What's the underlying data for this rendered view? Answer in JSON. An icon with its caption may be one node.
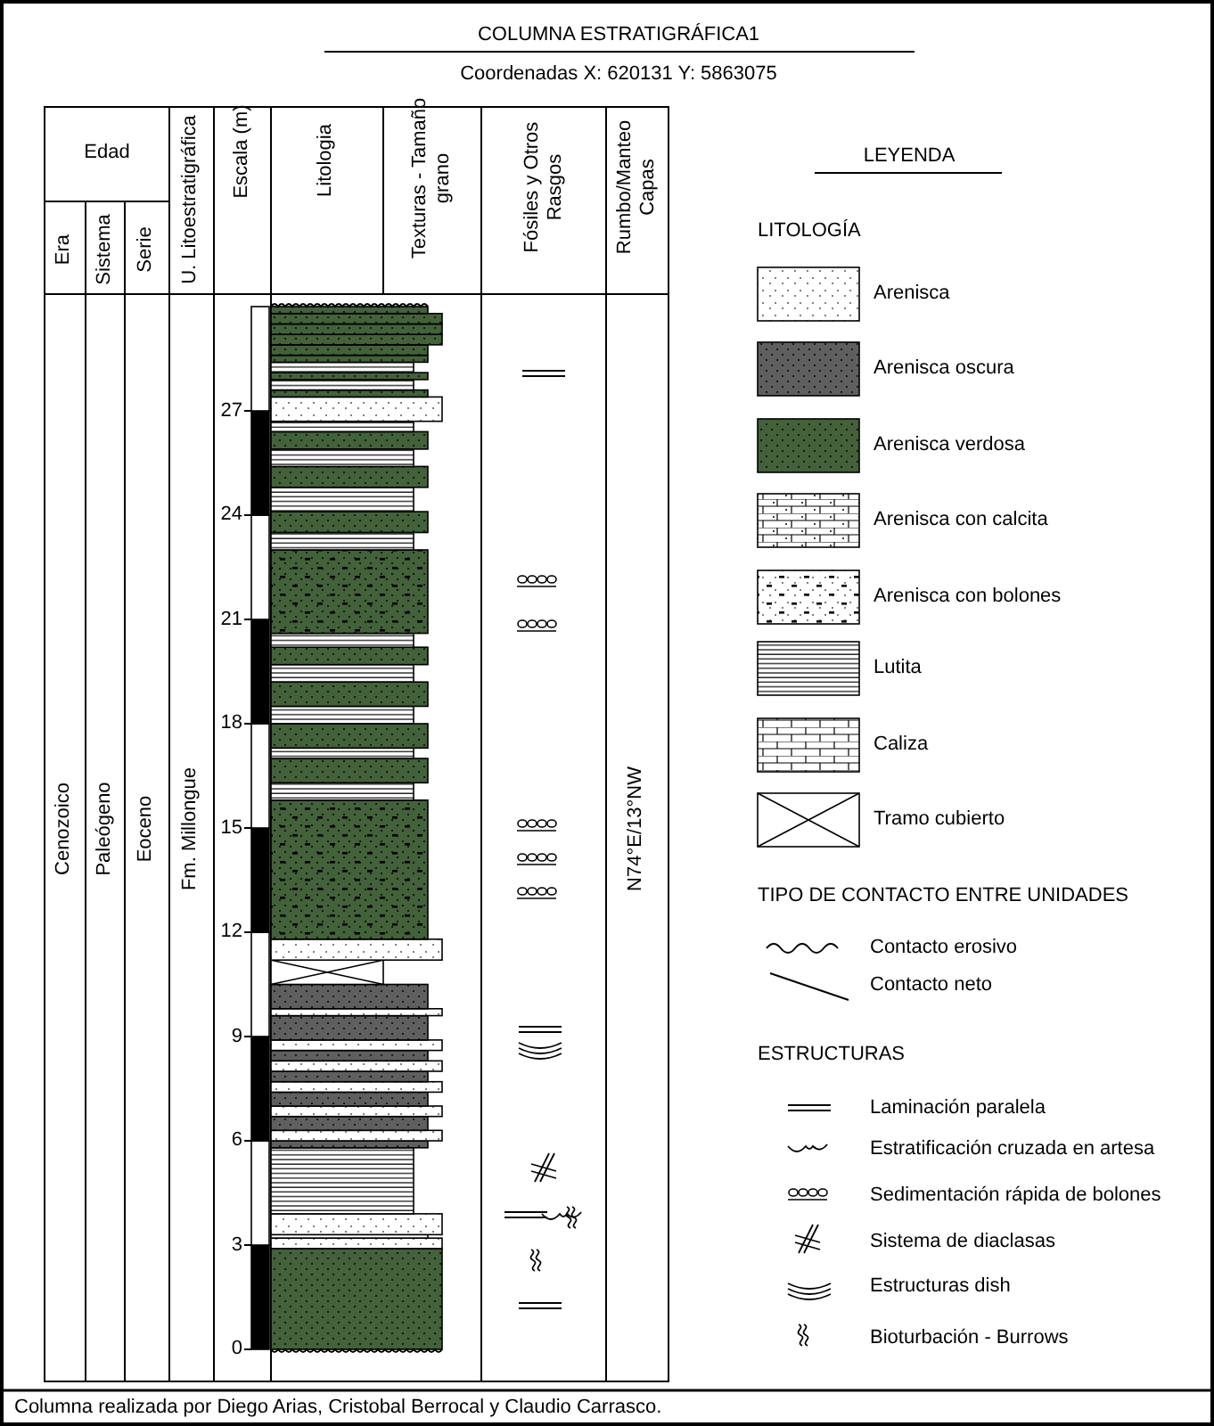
{
  "diagram": {
    "title": "COLUMNA ESTRATIGRÁFICA1",
    "caption": "Columna realizada por  Diego Arias, Cristobal Berrocal y Claudio Carrasco.",
    "labels": [
      "Coordenadas X: 620131 Y: 5863075",
      "Edad",
      "Era",
      "Sistema",
      "Serie",
      "U. Litoestratigráfica",
      "Escala (m)",
      "Litologia",
      "Texturas - Tamaño grano",
      "Fósiles y Otros Rasgos",
      "Rumbo/Manteo Capas",
      "LEYENDA",
      "LITOLOGÍA",
      "27",
      "24",
      "21",
      "18",
      "15",
      "12",
      "9",
      "6",
      "3",
      "0",
      "Cenozoico",
      "Paleógeno",
      "Eoceno",
      "Fm. Millongue",
      "N74°E/13°NW",
      "TIPO DE CONTACTO ENTRE UNIDADES",
      "ESTRUCTURAS"
    ],
    "legend": [
      {
        "text": "Arenisca"
      },
      {
        "text": "Arenisca oscura"
      },
      {
        "text": "Arenisca verdosa"
      },
      {
        "text": "Arenisca con calcita"
      },
      {
        "text": "Arenisca con bolones"
      },
      {
        "text": "Lutita"
      },
      {
        "text": "Caliza"
      },
      {
        "text": "Tramo cubierto"
      },
      {
        "text": "Contacto erosivo"
      },
      {
        "text": "Contacto neto"
      },
      {
        "text": "Laminación paralela"
      },
      {
        "text": "Estratificación cruzada en artesa"
      },
      {
        "text": "Sedimentación rápida de bolones"
      },
      {
        "text": "Sistema de diaclasas"
      },
      {
        "text": "Estructuras dish"
      },
      {
        "text": "Bioturbación - Burrows"
      }
    ]
  }
}
